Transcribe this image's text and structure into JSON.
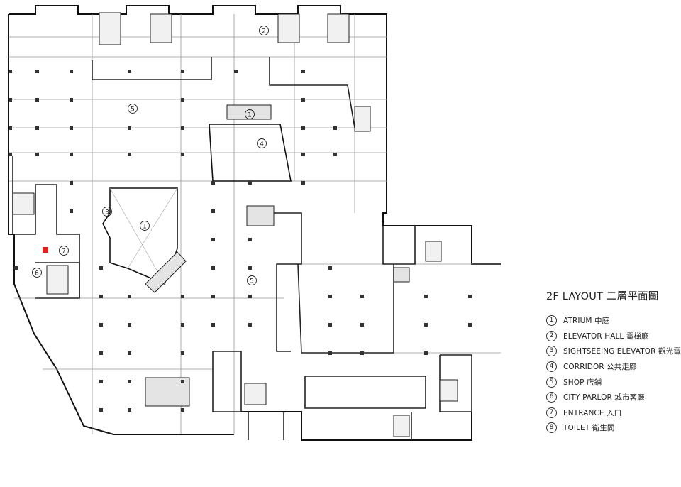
{
  "legend": {
    "title": "2F LAYOUT 二層平面圖",
    "items": [
      {
        "num": "1",
        "label": "ATRIUM 中庭"
      },
      {
        "num": "2",
        "label": "ELEVATOR HALL 電梯廳"
      },
      {
        "num": "3",
        "label": "SIGHTSEEING ELEVATOR 觀光電梯"
      },
      {
        "num": "4",
        "label": "CORRIDOR 公共走廊"
      },
      {
        "num": "5",
        "label": "SHOP 店鋪"
      },
      {
        "num": "6",
        "label": "CITY PARLOR 城市客廳"
      },
      {
        "num": "7",
        "label": "ENTRANCE 入口"
      },
      {
        "num": "8",
        "label": "TOILET 衛生間"
      }
    ]
  },
  "plan_marks": [
    "2",
    "5",
    "1",
    "4",
    "3",
    "1",
    "7",
    "6",
    "5"
  ]
}
